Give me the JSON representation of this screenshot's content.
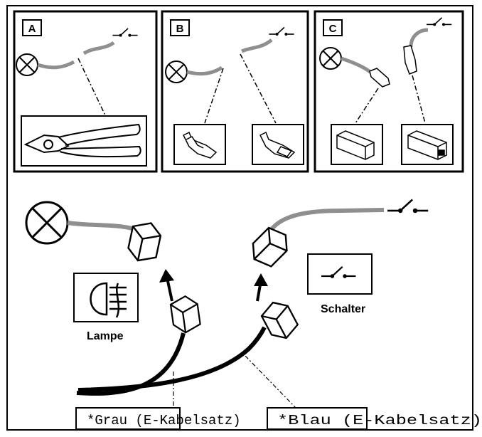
{
  "panels": [
    {
      "letter": "A"
    },
    {
      "letter": "B"
    },
    {
      "letter": "C"
    }
  ],
  "main": {
    "lamp_caption": "Lampe",
    "switch_caption": "Schalter"
  },
  "callouts": [
    {
      "text": "*Grau (E-Kabelsatz)"
    },
    {
      "text": "*Blau (E-Kabelsatz)"
    }
  ]
}
